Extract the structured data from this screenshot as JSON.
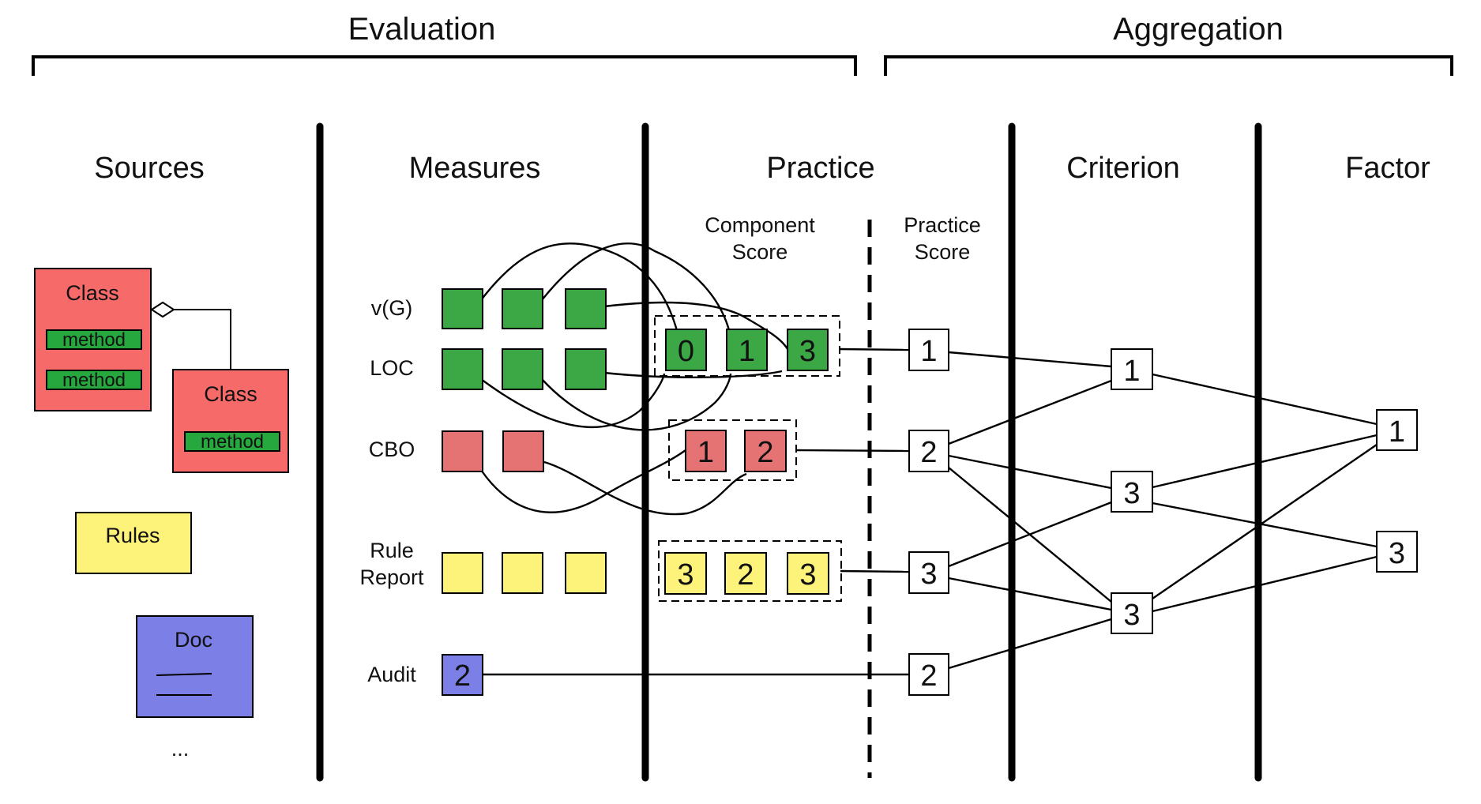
{
  "colors": {
    "class_red": "#f76a6a",
    "method_green": "#27a83f",
    "measure_green": "#3ca745",
    "measure_red": "#e57373",
    "rules_yellow": "#fdf27a",
    "doc_blue": "#7b7fe6",
    "white": "#ffffff",
    "black": "#000000"
  },
  "headers": {
    "evaluation": "Evaluation",
    "aggregation": "Aggregation"
  },
  "columns": {
    "sources": "Sources",
    "measures": "Measures",
    "practice": "Practice",
    "criterion": "Criterion",
    "factor": "Factor"
  },
  "subheaders": {
    "component_score": [
      "Component",
      "Score"
    ],
    "practice_score": [
      "Practice",
      "Score"
    ]
  },
  "sources": {
    "class1": {
      "title": "Class",
      "methods": [
        "method",
        "method"
      ]
    },
    "class2": {
      "title": "Class",
      "methods": [
        "method"
      ]
    },
    "rules": "Rules",
    "doc": "Doc",
    "more": "..."
  },
  "measures": {
    "vg": "v(G)",
    "loc": "LOC",
    "cbo": "CBO",
    "rule_report": [
      "Rule",
      "Report"
    ],
    "audit": "Audit",
    "audit_value": "2"
  },
  "component_scores": {
    "green": [
      "0",
      "1",
      "3"
    ],
    "red": [
      "1",
      "2"
    ],
    "yellow": [
      "3",
      "2",
      "3"
    ]
  },
  "practice_scores": [
    "1",
    "2",
    "3",
    "2"
  ],
  "criterion_scores": [
    "1",
    "3",
    "3"
  ],
  "factor_scores": [
    "1",
    "3"
  ]
}
